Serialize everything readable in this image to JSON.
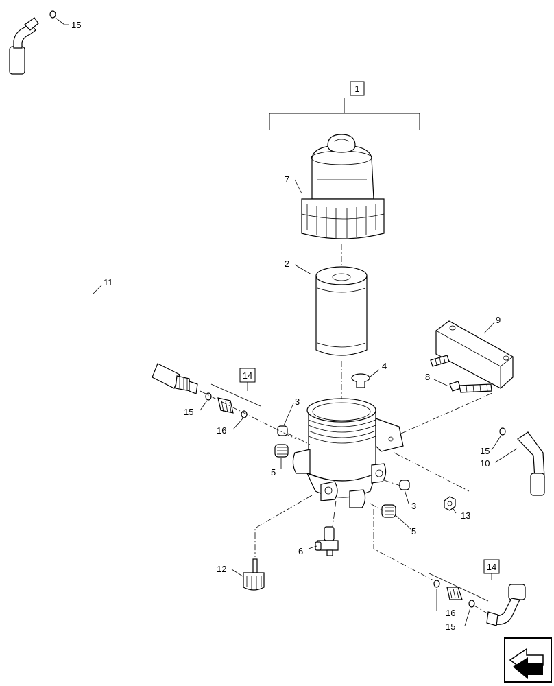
{
  "callouts": {
    "c1": "1",
    "c2": "2",
    "c3a": "3",
    "c3b": "3",
    "c4": "4",
    "c5a": "5",
    "c5b": "5",
    "c6": "6",
    "c7": "7",
    "c8": "8",
    "c9": "9",
    "c10": "10",
    "c11": "11",
    "c12": "12",
    "c13": "13",
    "c14a": "14",
    "c14b": "14",
    "c15a": "15",
    "c15b": "15",
    "c15c": "15",
    "c15d": "15",
    "c16a": "16",
    "c16b": "16"
  },
  "icons": {
    "nav": "next-page-arrow-icon"
  }
}
